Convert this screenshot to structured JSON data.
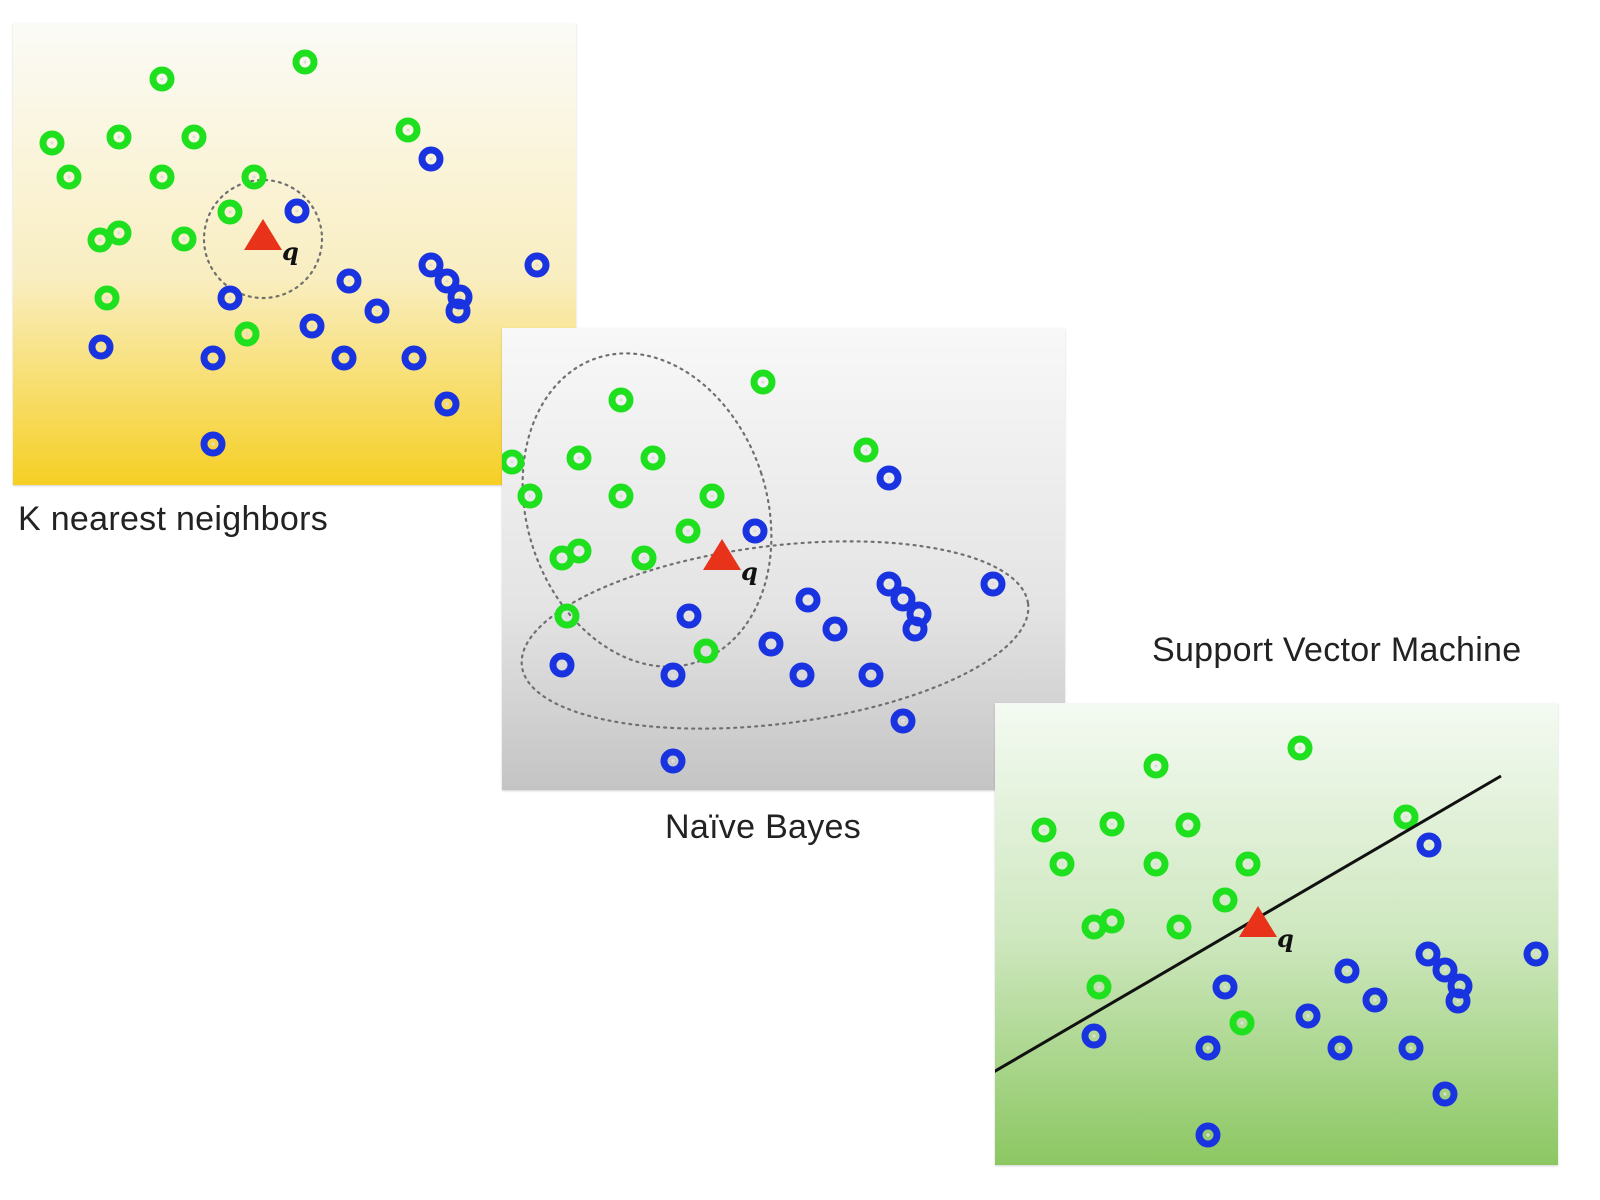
{
  "colors": {
    "class_a": "#1fe01f",
    "class_b": "#1a33e0",
    "query": "#e8331a",
    "knn_bg_top": "#fbfbf7",
    "knn_bg_bottom": "#f6cf24",
    "nb_bg_top": "#f8f8f8",
    "nb_bg_bottom": "#c6c6c6",
    "svm_bg_top": "#f4faf2",
    "svm_bg_bottom": "#8cc762"
  },
  "panels": [
    {
      "id": "knn",
      "caption": "K nearest neighbors",
      "query_label": "q",
      "query": [
        250,
        212
      ],
      "overlay": "circle",
      "green": [
        [
          149,
          56
        ],
        [
          292,
          39
        ],
        [
          39,
          120
        ],
        [
          106,
          114
        ],
        [
          181,
          114
        ],
        [
          395,
          107
        ],
        [
          56,
          154
        ],
        [
          149,
          154
        ],
        [
          241,
          154
        ],
        [
          217,
          189
        ],
        [
          87,
          217
        ],
        [
          106,
          210
        ],
        [
          171,
          216
        ],
        [
          94,
          275
        ],
        [
          234,
          311
        ]
      ],
      "blue": [
        [
          418,
          136
        ],
        [
          284,
          188
        ],
        [
          418,
          242
        ],
        [
          434,
          258
        ],
        [
          447,
          274
        ],
        [
          445,
          288
        ],
        [
          524,
          242
        ],
        [
          336,
          258
        ],
        [
          364,
          288
        ],
        [
          217,
          275
        ],
        [
          299,
          303
        ],
        [
          88,
          324
        ],
        [
          200,
          335
        ],
        [
          331,
          335
        ],
        [
          401,
          335
        ],
        [
          434,
          381
        ],
        [
          200,
          421
        ]
      ]
    },
    {
      "id": "nb",
      "caption": "Naïve Bayes",
      "query_label": "q",
      "query": [
        220,
        227
      ],
      "overlay": "ellipses",
      "green": [
        [
          119,
          72
        ],
        [
          261,
          54
        ],
        [
          10,
          134
        ],
        [
          28,
          168
        ],
        [
          77,
          130
        ],
        [
          151,
          130
        ],
        [
          364,
          122
        ],
        [
          119,
          168
        ],
        [
          210,
          168
        ],
        [
          186,
          203
        ],
        [
          77,
          223
        ],
        [
          60,
          230
        ],
        [
          142,
          230
        ],
        [
          65,
          288
        ],
        [
          204,
          323
        ]
      ],
      "blue": [
        [
          387,
          150
        ],
        [
          253,
          203
        ],
        [
          387,
          256
        ],
        [
          401,
          271
        ],
        [
          417,
          286
        ],
        [
          413,
          301
        ],
        [
          491,
          256
        ],
        [
          306,
          272
        ],
        [
          333,
          301
        ],
        [
          187,
          288
        ],
        [
          269,
          316
        ],
        [
          60,
          337
        ],
        [
          171,
          347
        ],
        [
          300,
          347
        ],
        [
          369,
          347
        ],
        [
          401,
          393
        ],
        [
          171,
          433
        ]
      ]
    },
    {
      "id": "svm",
      "caption": "Support Vector Machine",
      "query_label": "q",
      "query": [
        263,
        219
      ],
      "overlay": "line",
      "green": [
        [
          161,
          63
        ],
        [
          305,
          45
        ],
        [
          49,
          127
        ],
        [
          117,
          121
        ],
        [
          193,
          122
        ],
        [
          411,
          114
        ],
        [
          67,
          161
        ],
        [
          161,
          161
        ],
        [
          253,
          161
        ],
        [
          230,
          197
        ],
        [
          99,
          224
        ],
        [
          117,
          218
        ],
        [
          184,
          224
        ],
        [
          104,
          284
        ],
        [
          247,
          320
        ]
      ],
      "blue": [
        [
          434,
          142
        ],
        [
          433,
          251
        ],
        [
          450,
          267
        ],
        [
          465,
          283
        ],
        [
          463,
          298
        ],
        [
          541,
          251
        ],
        [
          352,
          268
        ],
        [
          380,
          297
        ],
        [
          230,
          284
        ],
        [
          313,
          313
        ],
        [
          99,
          333
        ],
        [
          213,
          345
        ],
        [
          345,
          345
        ],
        [
          416,
          345
        ],
        [
          450,
          391
        ],
        [
          213,
          432
        ]
      ]
    }
  ]
}
